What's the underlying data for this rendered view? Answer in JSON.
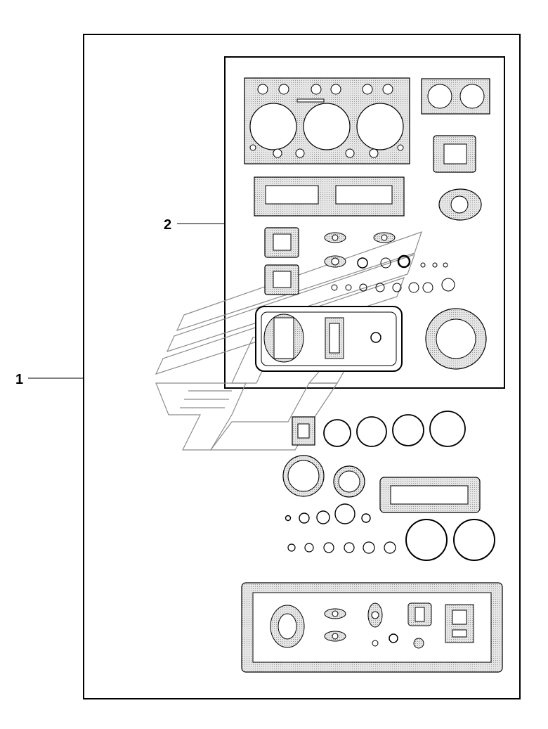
{
  "callouts": [
    {
      "id": "1",
      "label": "1",
      "target": "complete-gasket-kit"
    },
    {
      "id": "2",
      "label": "2",
      "target": "cylinder-head-gasket-set"
    }
  ],
  "colors": {
    "line": "#000000",
    "gasket_fill": "#d9d9d9",
    "watermark": "#8c8c8c",
    "background": "#ffffff"
  }
}
